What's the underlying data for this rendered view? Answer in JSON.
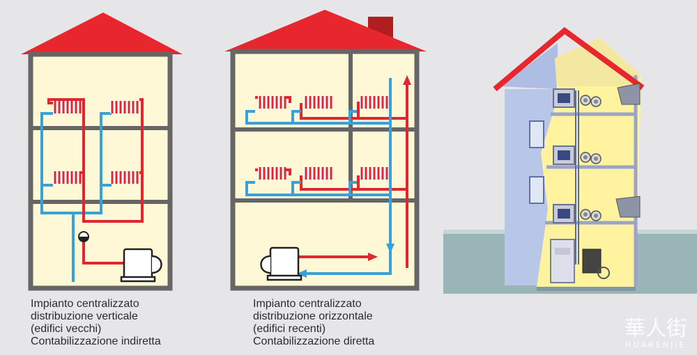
{
  "left_caption": {
    "line1": "Impianto centralizzato",
    "line2": "distribuzione verticale",
    "line3": "(edifici vecchi)",
    "line4": "Contabilizzazione indiretta"
  },
  "middle_caption": {
    "line1": "Impianto centralizzato",
    "line2": "distribuzione orizzontale",
    "line3": "(edifici recenti)",
    "line4": "Contabilizzazione diretta"
  },
  "watermark": {
    "logo": "華人街",
    "text": "HUARENJIE"
  },
  "colors": {
    "roof": "#e8262e",
    "roof_dark": "#b01e22",
    "wall": "#666666",
    "interior": "#fff8d6",
    "hot_pipe": "#e0262e",
    "cold_pipe": "#3aa0d8",
    "background": "#e6e6e8",
    "facade_blue": "#b8c6e8",
    "ground": "#9ab5b8"
  }
}
